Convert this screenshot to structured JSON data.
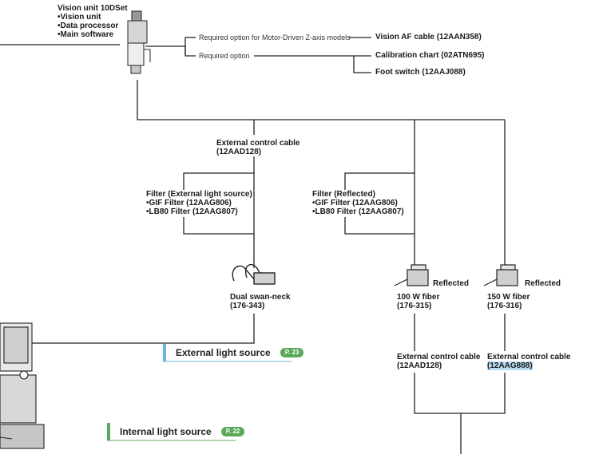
{
  "vision_unit": {
    "title": "Vision unit 10DSet",
    "items": [
      "Vision unit",
      "Data processor",
      "Main software"
    ]
  },
  "options": {
    "motor_driven_label": "Required option for Motor-Driven Z-axis models",
    "required_label": "Required option",
    "vision_af_cable": "Vision AF cable (12AAN358)",
    "calibration_chart": "Calibration chart (02ATN695)",
    "foot_switch": "Foot switch (12AAJ088)"
  },
  "external_cable_top": {
    "line1": "External control cable",
    "line2": "(12AAD128)"
  },
  "filter_external": {
    "title": "Filter (External light source)",
    "items": [
      "GIF Filter (12AAG806)",
      "LB80 Filter (12AAG807)"
    ]
  },
  "filter_reflected": {
    "title": "Filter (Reflected)",
    "items": [
      "GIF Filter (12AAG806)",
      "LB80 Filter (12AAG807)"
    ]
  },
  "swan_neck": {
    "line1": "Dual swan-neck",
    "line2": "(176-343)"
  },
  "fiber_100": {
    "tag": "Reflected",
    "line1": "100 W fiber",
    "line2": "(176-315)"
  },
  "fiber_150": {
    "tag": "Reflected",
    "line1": "150 W fiber",
    "line2": "(176-316)"
  },
  "cable_100": {
    "line1": "External control cable",
    "line2": "(12AAD128)"
  },
  "cable_150": {
    "line1": "External control cable",
    "line2": "(12AAG888)"
  },
  "external_light_banner": {
    "label": "External light source",
    "page": "P. 23",
    "accent": "#6fb5e0"
  },
  "internal_light_banner": {
    "label": "Internal light source",
    "page": "P. 22",
    "accent": "#5aa85a"
  }
}
